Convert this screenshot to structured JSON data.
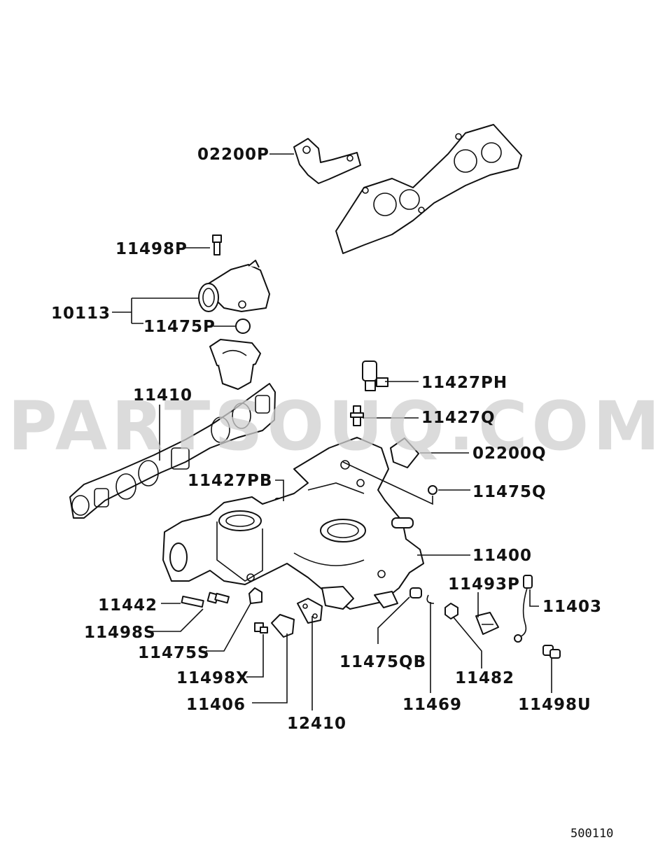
{
  "watermark": "PARTSOUQ.COM",
  "figure_number": "500110",
  "labels": {
    "p02200P": "02200P",
    "p11498P": "11498P",
    "p10113": "10113",
    "p11475P": "11475P",
    "p11410": "11410",
    "p11427PH": "11427PH",
    "p11427Q": "11427Q",
    "p02200Q": "02200Q",
    "p11427PB": "11427PB",
    "p11475Q": "11475Q",
    "p11400": "11400",
    "p11493P": "11493P",
    "p11403": "11403",
    "p11442": "11442",
    "p11498S": "11498S",
    "p11475S": "11475S",
    "p11498X": "11498X",
    "p11406": "11406",
    "p12410": "12410",
    "p11475QB": "11475QB",
    "p11482": "11482",
    "p11469": "11469",
    "p11498U": "11498U"
  }
}
